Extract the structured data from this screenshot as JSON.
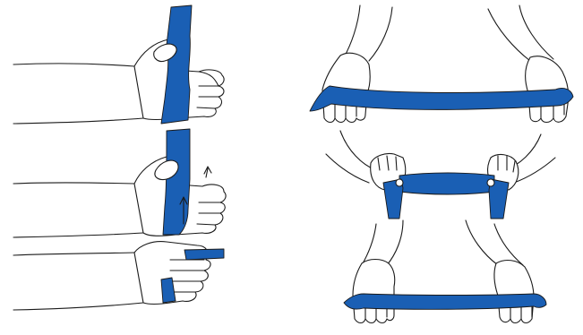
{
  "colors": {
    "band": "#1a5fb4",
    "outline": "#1a1a1a",
    "skin": "#ffffff",
    "background": "#ffffff"
  },
  "illustrations": [
    {
      "name": "wrap-step-1",
      "icon": "hand-with-band-icon"
    },
    {
      "name": "wrap-step-2",
      "icon": "hand-with-band-arrow-icon"
    },
    {
      "name": "wrap-step-3",
      "icon": "fist-with-band-icon"
    },
    {
      "name": "stretch-wide-pull",
      "icon": "two-hands-band-icon"
    },
    {
      "name": "stretch-grip-pull",
      "icon": "two-fists-band-icon"
    },
    {
      "name": "stretch-low-pull",
      "icon": "two-hands-band-low-icon"
    }
  ]
}
